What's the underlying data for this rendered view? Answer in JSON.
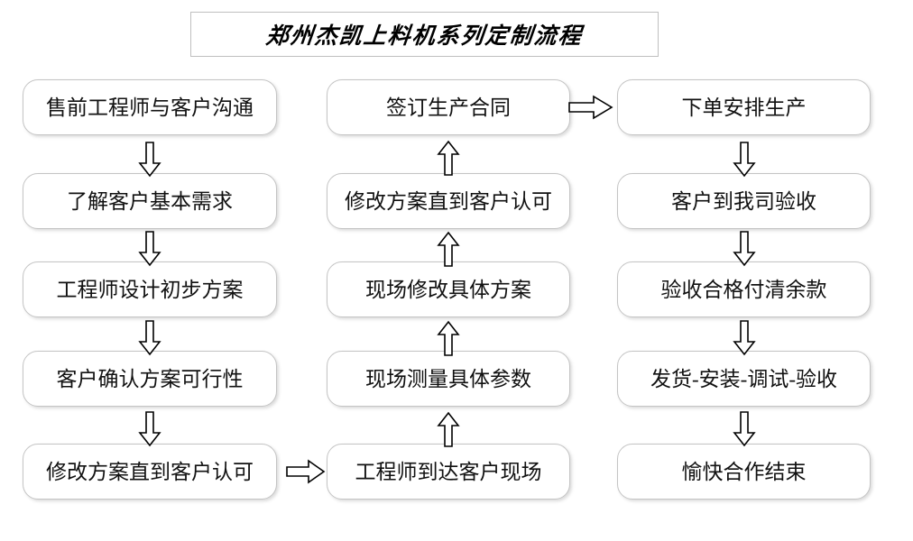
{
  "title": {
    "text": "郑州杰凯上料机系列定制流程"
  },
  "columns": {
    "left": {
      "name": "pre-sales-column",
      "nodes": [
        {
          "id": "node-l1",
          "label": "售前工程师与客户沟通"
        },
        {
          "id": "node-l2",
          "label": "了解客户基本需求"
        },
        {
          "id": "node-l3",
          "label": "工程师设计初步方案"
        },
        {
          "id": "node-l4",
          "label": "客户确认方案可行性"
        },
        {
          "id": "node-l5",
          "label": "修改方案直到客户认可"
        }
      ]
    },
    "middle": {
      "name": "on-site-column",
      "nodes": [
        {
          "id": "node-m1",
          "label": "签订生产合同"
        },
        {
          "id": "node-m2",
          "label": "修改方案直到客户认可"
        },
        {
          "id": "node-m3",
          "label": "现场修改具体方案"
        },
        {
          "id": "node-m4",
          "label": "现场测量具体参数"
        },
        {
          "id": "node-m5",
          "label": "工程师到达客户现场"
        }
      ]
    },
    "right": {
      "name": "production-column",
      "nodes": [
        {
          "id": "node-r1",
          "label": "下单安排生产"
        },
        {
          "id": "node-r2",
          "label": "客户到我司验收"
        },
        {
          "id": "node-r3",
          "label": "验收合格付清余款"
        },
        {
          "id": "node-r4",
          "label": "发货-安装-调试-验收"
        },
        {
          "id": "node-r5",
          "label": "愉快合作结束"
        }
      ]
    }
  },
  "connectors": [
    {
      "id": "arrow-l1-l2",
      "direction": "down"
    },
    {
      "id": "arrow-l2-l3",
      "direction": "down"
    },
    {
      "id": "arrow-l3-l4",
      "direction": "down"
    },
    {
      "id": "arrow-l4-l5",
      "direction": "down"
    },
    {
      "id": "arrow-l5-m5",
      "direction": "right"
    },
    {
      "id": "arrow-m5-m4",
      "direction": "up"
    },
    {
      "id": "arrow-m4-m3",
      "direction": "up"
    },
    {
      "id": "arrow-m3-m2",
      "direction": "up"
    },
    {
      "id": "arrow-m2-m1",
      "direction": "up"
    },
    {
      "id": "arrow-m1-r1",
      "direction": "right"
    },
    {
      "id": "arrow-r1-r2",
      "direction": "down"
    },
    {
      "id": "arrow-r2-r3",
      "direction": "down"
    },
    {
      "id": "arrow-r3-r4",
      "direction": "down"
    },
    {
      "id": "arrow-r4-r5",
      "direction": "down"
    }
  ],
  "colors": {
    "box_border": "#c4c4c4",
    "title_border": "#bfbfbf",
    "text": "#111111",
    "arrow_stroke": "#000000",
    "background": "#ffffff"
  }
}
